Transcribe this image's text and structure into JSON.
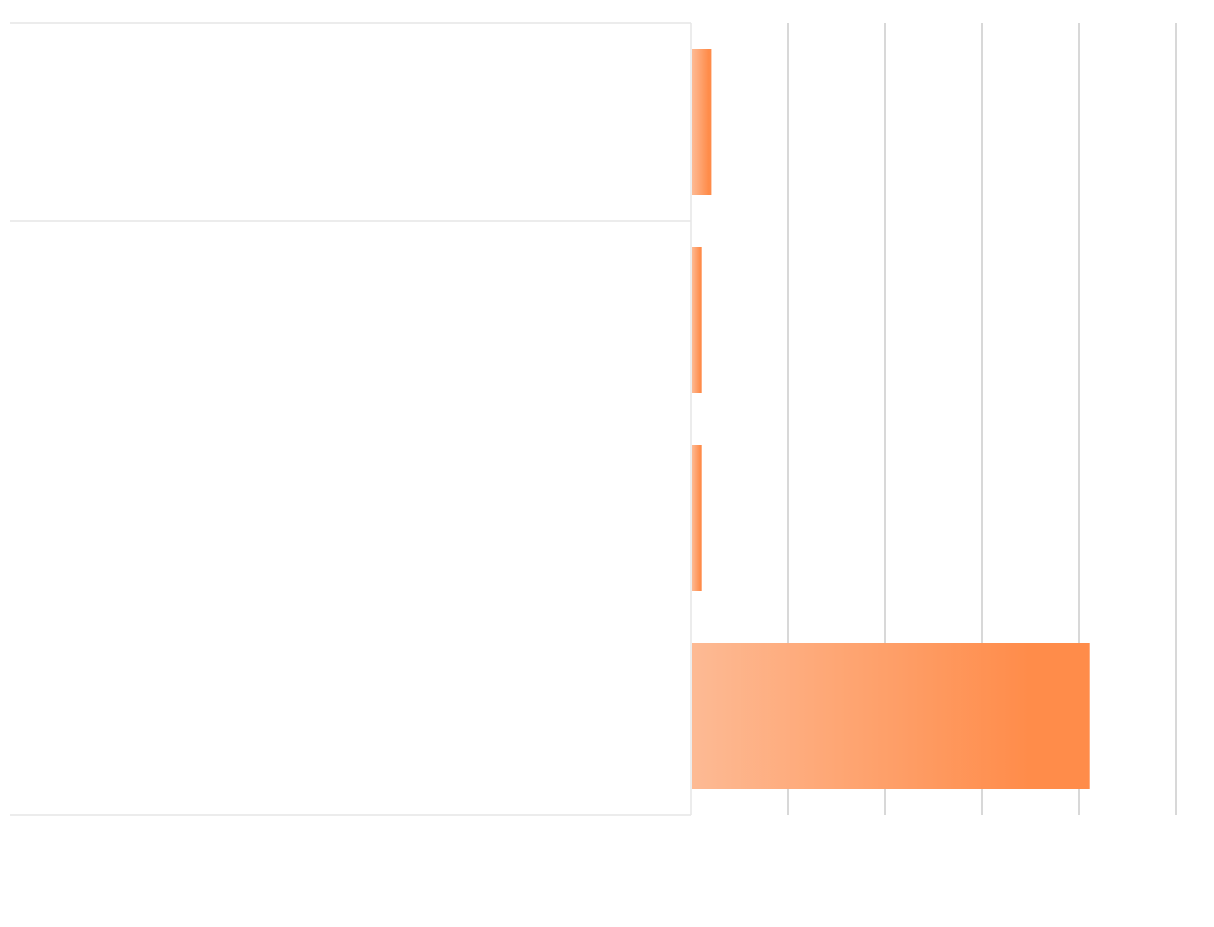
{
  "chart_data": {
    "type": "bar",
    "orientation": "horizontal",
    "title": "",
    "xlabel": "",
    "ylabel": "",
    "categories": [
      "",
      "",
      "",
      ""
    ],
    "values": [
      0.2,
      0.1,
      0.1,
      4.1
    ],
    "xlim": [
      0,
      5
    ],
    "x_gridlines": [
      0,
      1,
      2,
      3,
      4,
      5
    ],
    "grid": true,
    "legend": "none",
    "colors": {
      "bar_start": "#fdba94",
      "bar_end": "#ff8c4a",
      "gridline": "#cccccc",
      "table_border": "#e6e6e6"
    }
  }
}
